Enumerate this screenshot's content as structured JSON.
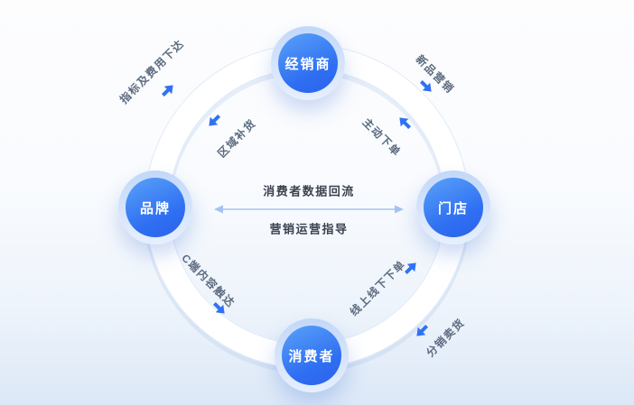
{
  "diagram": {
    "nodes": {
      "dealer": "经销商",
      "store": "门店",
      "consumer": "消费者",
      "brand": "品牌"
    },
    "flows": {
      "targets_fees": "指标及费用下达",
      "regional_replenishment": "区域补货",
      "new_product_marketing": "新品营销",
      "proactive_ordering": "主动下单",
      "c_side_content_reach": "C端内容触达",
      "online_offline_ordering": "线上线下下单",
      "distribution_selling": "分销卖货"
    },
    "center": {
      "top": "消费者数据回流",
      "bottom": "营销运营指导"
    },
    "colors": {
      "node_blue": "#2F6FF2",
      "arrow_blue": "#2F72F3",
      "label_gray": "#5C6B80",
      "ring_white": "#FFFFFF",
      "background_bottom": "#DCE8F7"
    }
  }
}
